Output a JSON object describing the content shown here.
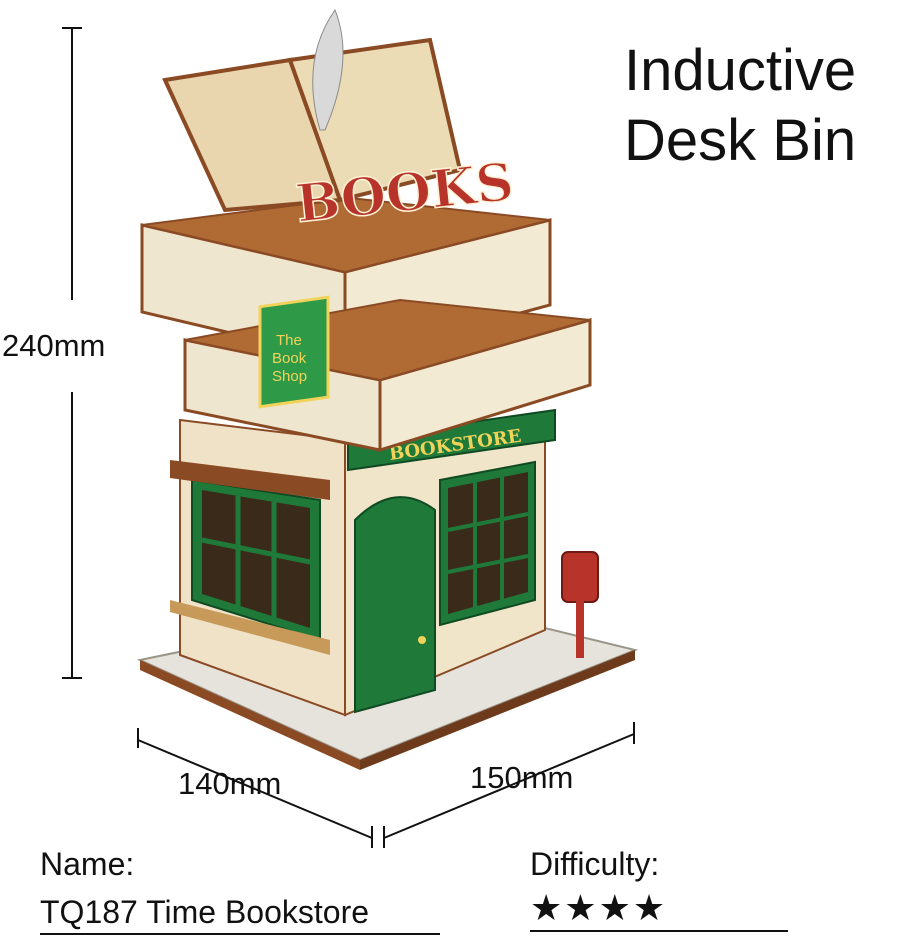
{
  "title": {
    "line1": "Inductive",
    "line2": "Desk Bin"
  },
  "dimensions": {
    "height": "240mm",
    "width": "140mm",
    "depth": "150mm"
  },
  "product": {
    "book_sign": "BOOKS",
    "store_sign": "BOOKSTORE",
    "shop_sign": {
      "line1": "The",
      "line2": "Book",
      "line3": "Shop"
    }
  },
  "info": {
    "name_label": "Name:",
    "name_value": "TQ187 Time Bookstore",
    "difficulty_label": "Difficulty:",
    "difficulty_level": 4,
    "difficulty_max": 4
  },
  "colors": {
    "wood": "#e9d6ae",
    "wood_dark": "#8a4a24",
    "green": "#1f7a3a",
    "red_sign": "#b8342a"
  }
}
